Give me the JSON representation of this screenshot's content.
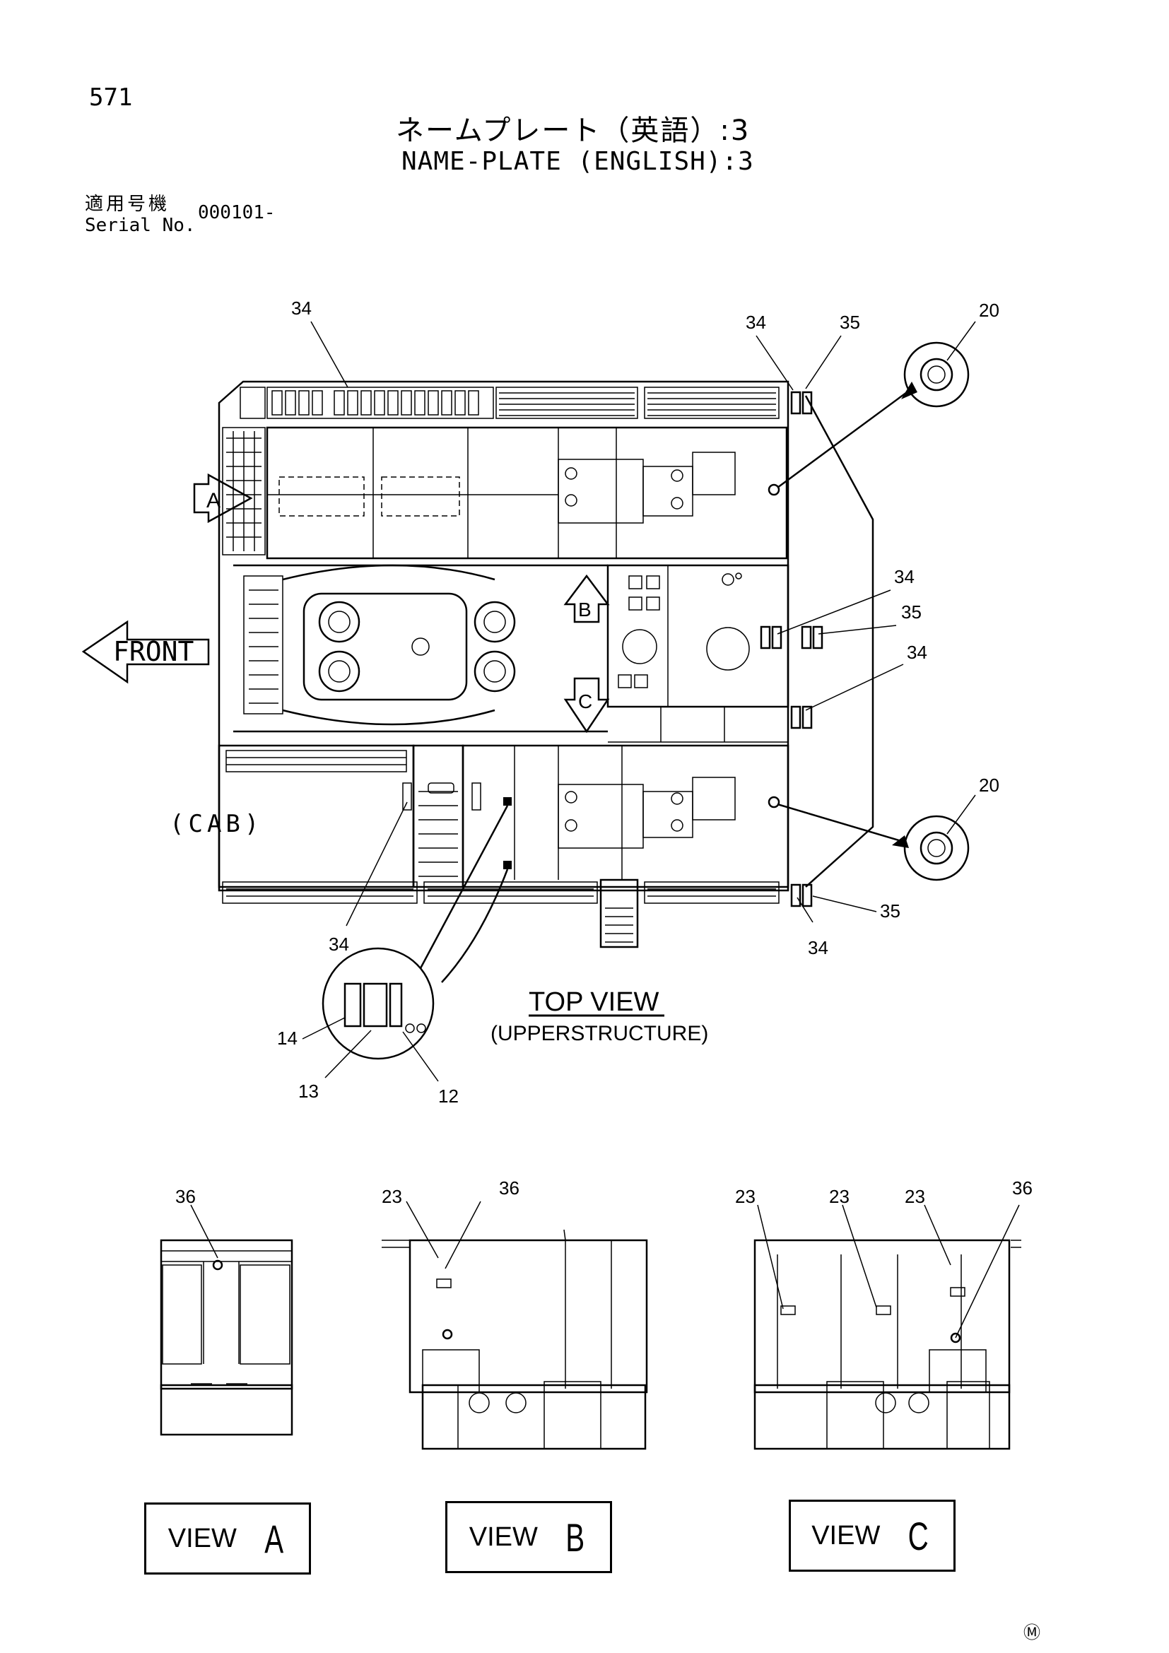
{
  "header": {
    "page_number": "571",
    "title_jp": "ネームプレート（英語）:3",
    "title_en": "NAME-PLATE (ENGLISH):3",
    "serial_label_jp": "適用号機",
    "serial_label_en": "Serial No.",
    "serial_value": "000101-"
  },
  "top_view": {
    "title": "TOP VIEW",
    "subtitle": "(UPPERSTRUCTURE)",
    "front_label": "FRONT",
    "cab_label": "(CAB)",
    "view_markers": [
      "A",
      "B",
      "C"
    ]
  },
  "callouts": {
    "c34_top_left": "34",
    "c34_top_right": "34",
    "c35_top_right": "35",
    "c20_top": "20",
    "c34_mid_a": "34",
    "c35_mid": "35",
    "c34_mid_b": "34",
    "c20_bottom": "20",
    "c35_bottom": "35",
    "c34_bottom_right": "34",
    "c34_bottom_left": "34",
    "c14": "14",
    "c13": "13",
    "c12": "12",
    "a36": "36",
    "b23": "23",
    "b36": "36",
    "c23_1": "23",
    "c23_2": "23",
    "c23_3": "23",
    "c36": "36"
  },
  "views": [
    {
      "word": "VIEW",
      "letter": "A"
    },
    {
      "word": "VIEW",
      "letter": "B"
    },
    {
      "word": "VIEW",
      "letter": "C"
    }
  ],
  "footer_mark": "Ⓜ"
}
